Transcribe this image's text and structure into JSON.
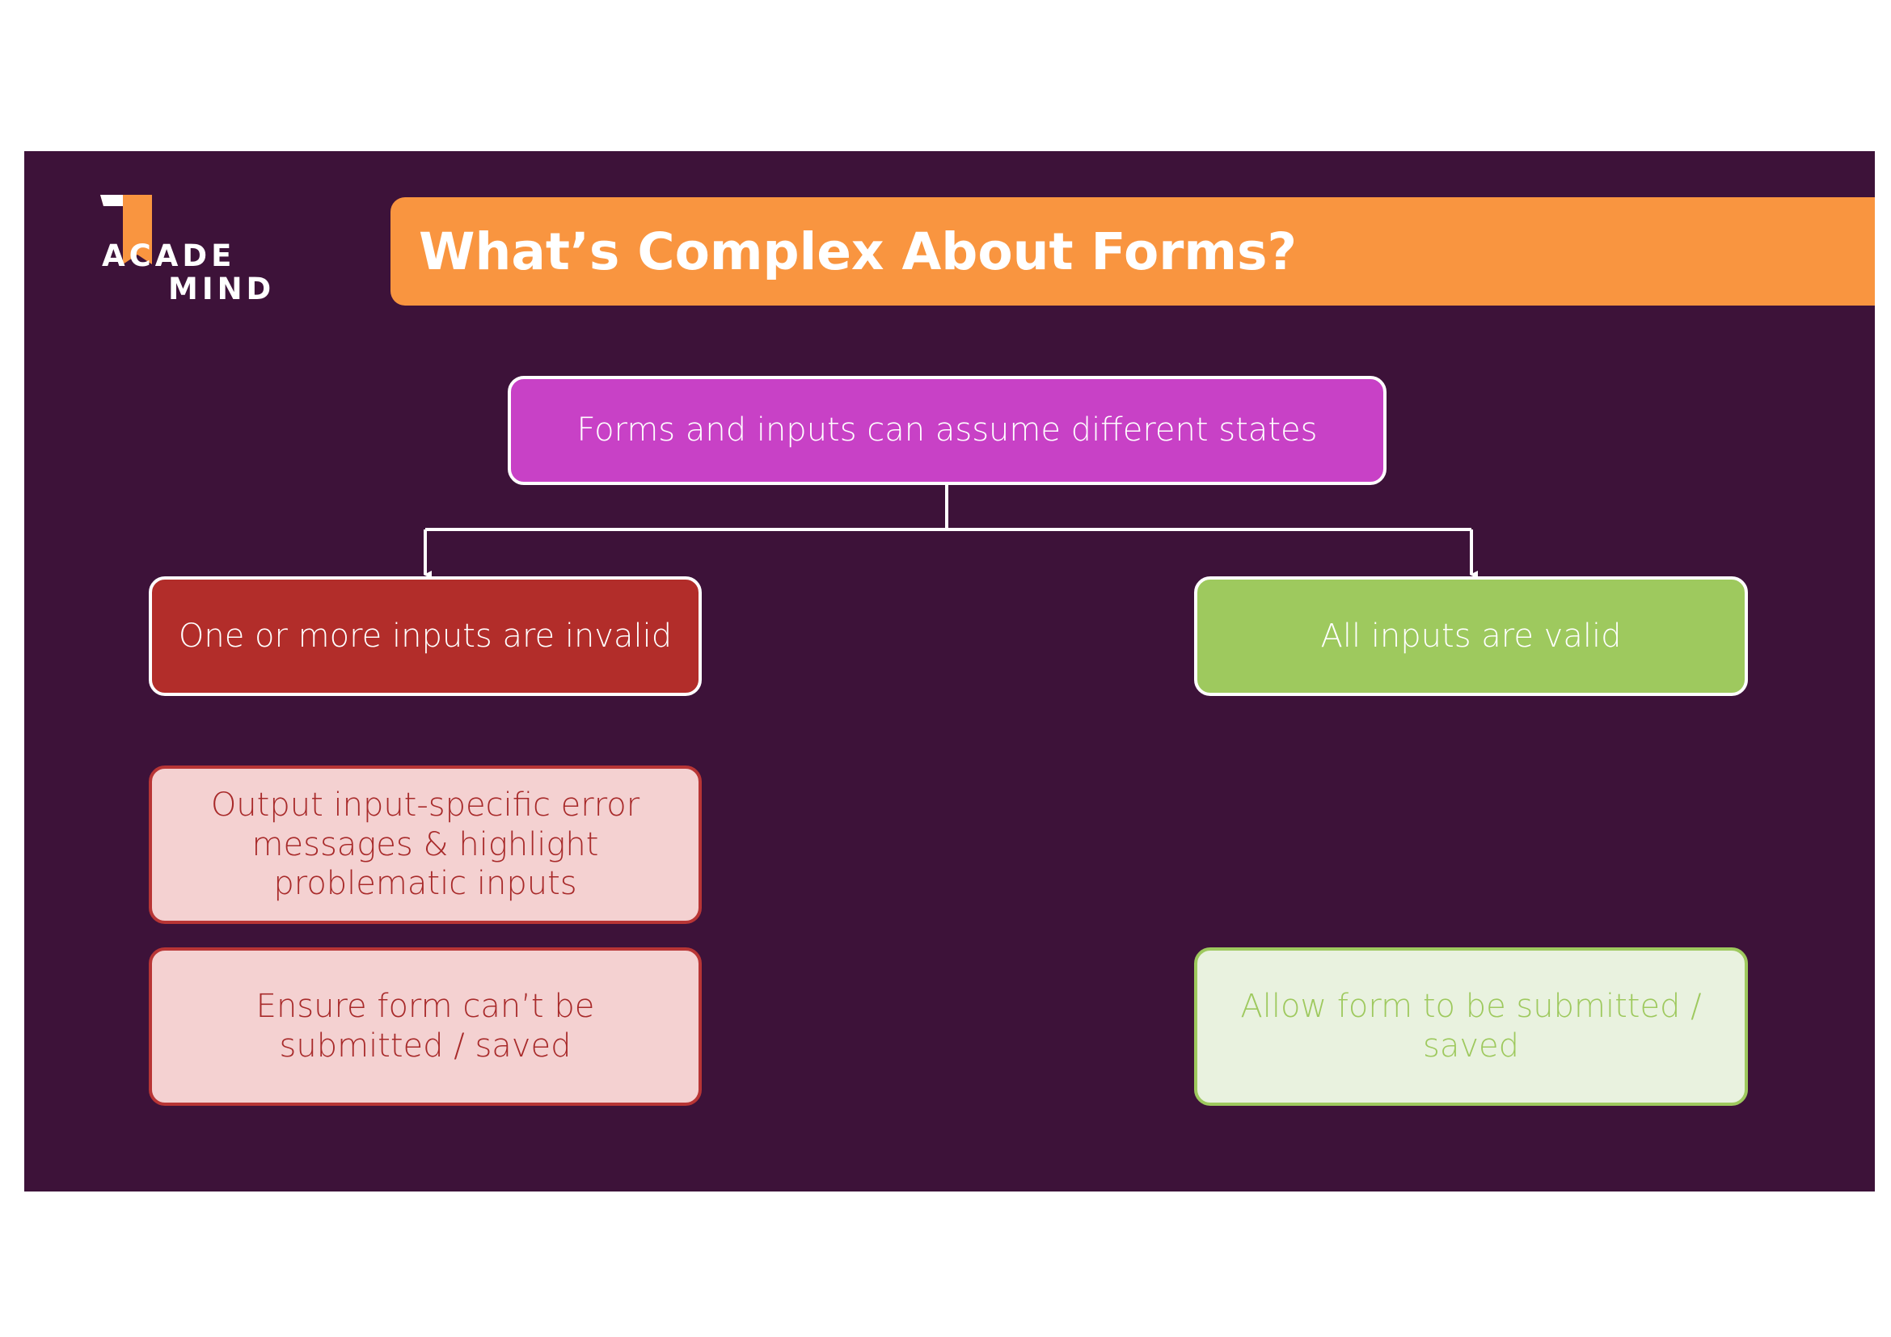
{
  "colors": {
    "background": "#3d1239",
    "title_banner": "#f99540",
    "root_box": "#c841c6",
    "invalid_box": "#b22d2a",
    "valid_box": "#9ec95e",
    "light_red_fill": "#f4d1d1",
    "red_border": "#b83535",
    "red_text": "#a82a2a",
    "light_green_fill": "#e9f2df",
    "connector": "#ffffff"
  },
  "logo": {
    "icon": "bookmark-flag-icon",
    "line1": "ACADE",
    "line2": "MIND"
  },
  "header": {
    "title": "What’s Complex About Forms?"
  },
  "diagram": {
    "root": "Forms and inputs can assume different states",
    "branches": {
      "invalid": {
        "label": "One or more inputs are invalid",
        "consequences": [
          "Output input-specific error messages & highlight problematic inputs",
          "Ensure form can’t be submitted / saved"
        ]
      },
      "valid": {
        "label": "All inputs are valid",
        "consequences": [
          "Allow form to be submitted / saved"
        ]
      }
    }
  }
}
